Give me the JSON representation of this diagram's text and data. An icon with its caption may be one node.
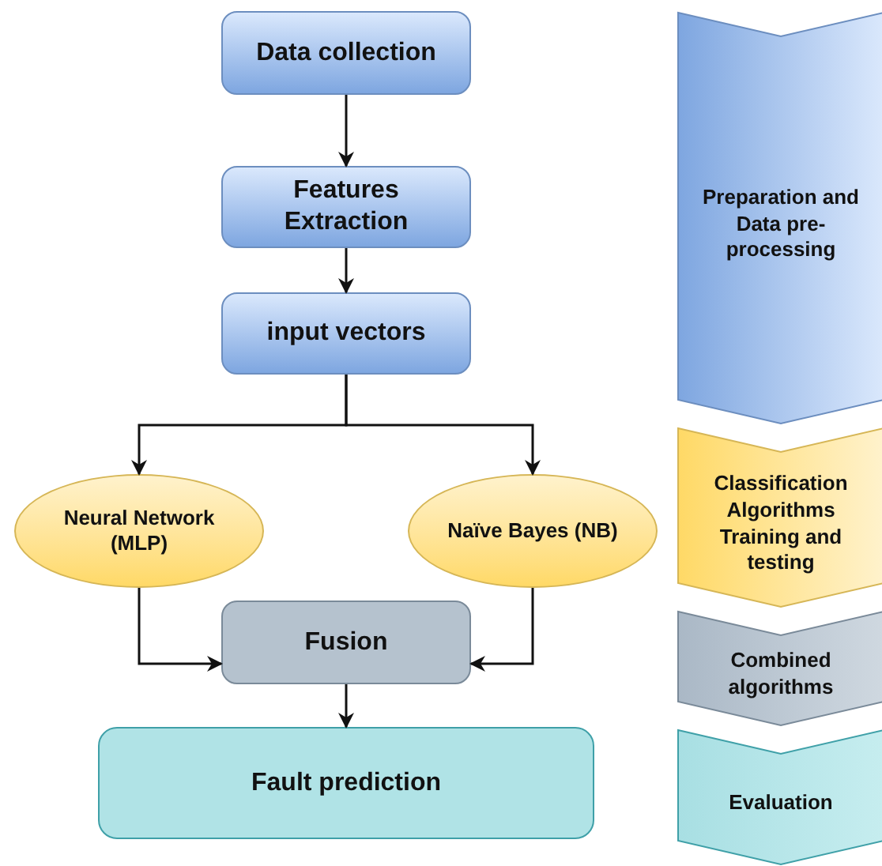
{
  "diagram": {
    "nodes": [
      {
        "text": [
          "Data collection"
        ]
      },
      {
        "text": [
          "Features Extraction"
        ]
      },
      {
        "text": [
          "input vectors"
        ]
      },
      {
        "text": [
          "Neural Network (MLP)"
        ]
      },
      {
        "text": [
          "Naïve Bayes (NB)"
        ]
      },
      {
        "text": [
          "Fusion"
        ]
      },
      {
        "text": [
          "Fault prediction"
        ]
      },
      {
        "text": [
          "Preparation and Data pre-processing"
        ]
      },
      {
        "text": [
          "Classification Algorithms Training and testing"
        ]
      },
      {
        "text": [
          "Combined algorithms"
        ]
      },
      {
        "text": [
          "Evaluation"
        ]
      }
    ],
    "edges": [
      {
        "from": 0,
        "to": 1,
        "arrow": "to"
      },
      {
        "from": 1,
        "to": 2,
        "arrow": "to"
      },
      {
        "from": 2,
        "to": 3,
        "arrow": "to"
      },
      {
        "from": 2,
        "to": 4,
        "arrow": "to"
      },
      {
        "from": 3,
        "to": 5,
        "arrow": "to"
      },
      {
        "from": 4,
        "to": 5,
        "arrow": "to"
      },
      {
        "from": 5,
        "to": 6,
        "arrow": "to"
      }
    ]
  }
}
